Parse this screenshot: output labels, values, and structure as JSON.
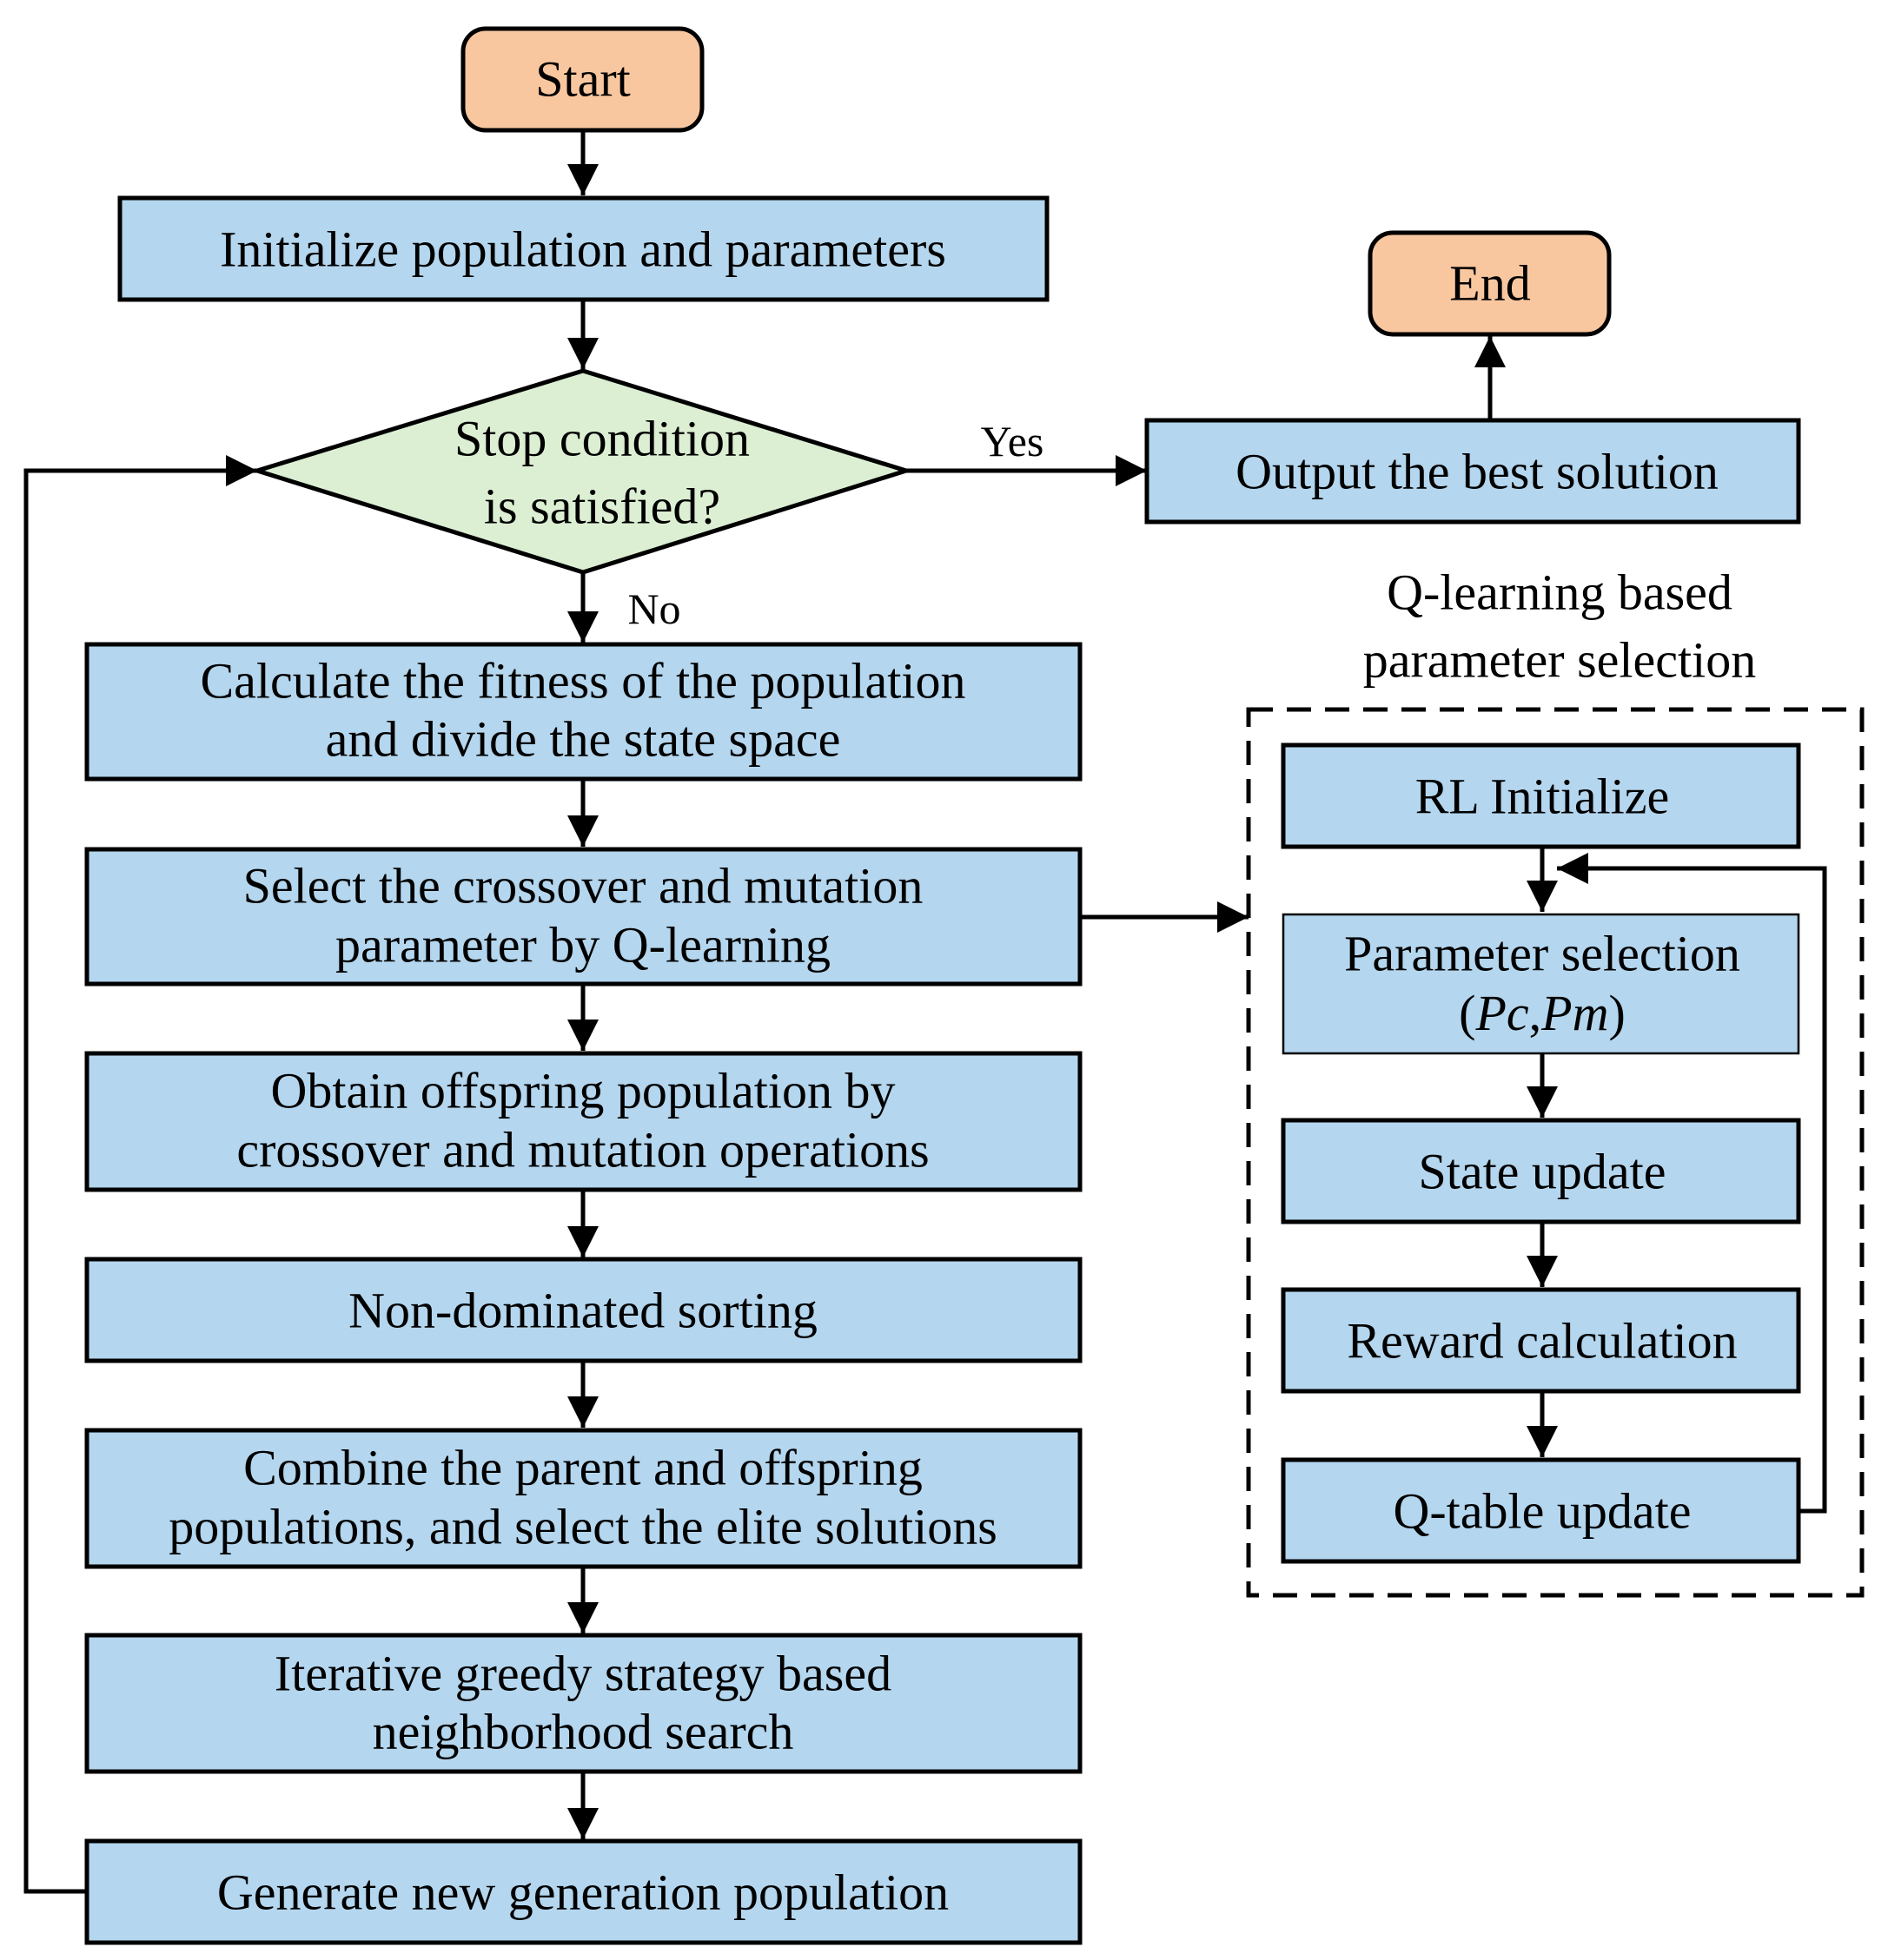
{
  "colors": {
    "terminal_fill": "#F9C79F",
    "process_fill": "#B4D6EE",
    "decision_fill": "#DCEFD3",
    "stroke": "#000000"
  },
  "nodes": {
    "start": "Start",
    "end": "End",
    "initialize": "Initialize population and parameters",
    "decision": [
      "Stop condition",
      "is satisfied?"
    ],
    "output": "Output the best solution",
    "fitness": [
      "Calculate the fitness of the population",
      "and divide the state space"
    ],
    "select_params": [
      "Select the crossover and mutation",
      "parameter by Q-learning"
    ],
    "offspring": [
      "Obtain offspring population by",
      "crossover and mutation operations"
    ],
    "sorting": "Non-dominated sorting",
    "combine": [
      "Combine the parent and offspring",
      "populations, and select the elite solutions"
    ],
    "greedy": [
      "Iterative greedy strategy based",
      "neighborhood search"
    ],
    "generate": "Generate new generation population"
  },
  "edge_labels": {
    "yes": "Yes",
    "no": "No"
  },
  "q_learning": {
    "title": [
      "Q-learning based",
      "parameter selection"
    ],
    "rl_initialize": "RL Initialize",
    "parameter_selection": "Parameter selection",
    "parameter_symbols": {
      "open": "(",
      "pc": "Pc",
      "comma": ",",
      "pm": "Pm",
      "close": ")"
    },
    "state_update": "State update",
    "reward_calculation": "Reward calculation",
    "qtable_update": "Q-table update"
  }
}
